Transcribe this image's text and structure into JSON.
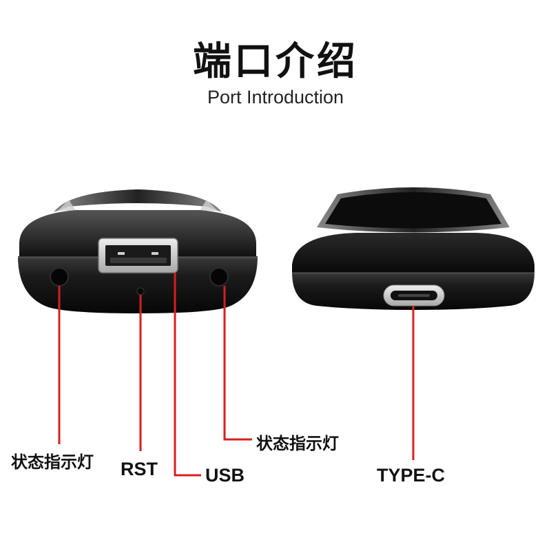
{
  "header": {
    "title": "端口介绍",
    "subtitle": "Port Introduction"
  },
  "left_device": {
    "labels": {
      "status_light_left": "状态指示灯",
      "rst": "RST",
      "usb": "USB",
      "status_light_right": "状态指示灯"
    }
  },
  "right_device": {
    "labels": {
      "type_c": "TYPE-C"
    }
  },
  "colors": {
    "callout_line": "#d81e1e",
    "device_body": "#141414",
    "background": "#ffffff"
  }
}
